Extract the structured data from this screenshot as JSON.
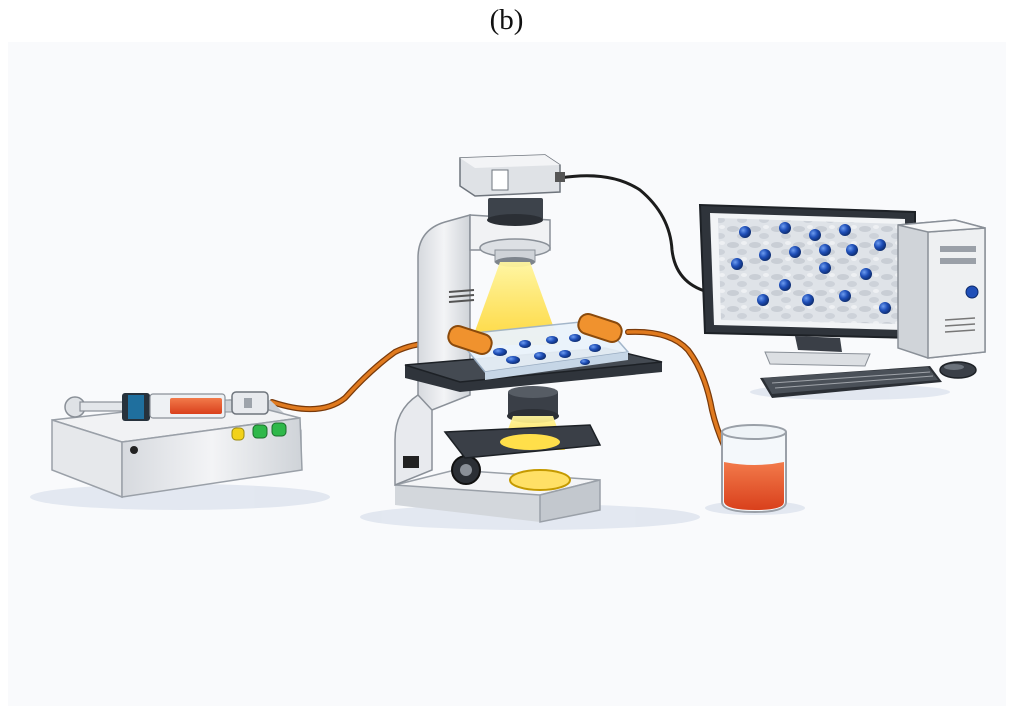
{
  "figure": {
    "caption": "(b)"
  },
  "colors": {
    "background": "#f9fafc",
    "tubing": "#e07a1f",
    "fluid": "#e4562a",
    "light_beam": "#ffe45c",
    "particle": "#1f4fb8",
    "device_body": "#eceef1",
    "dark_trim": "#3a3f47"
  },
  "components": [
    "syringe-pump",
    "syringe",
    "inlet-tubing",
    "microfluidic-chip",
    "microscope",
    "camera",
    "camera-cable",
    "computer-monitor",
    "computer-tower",
    "keyboard",
    "mouse",
    "outlet-tubing",
    "collection-beaker"
  ]
}
